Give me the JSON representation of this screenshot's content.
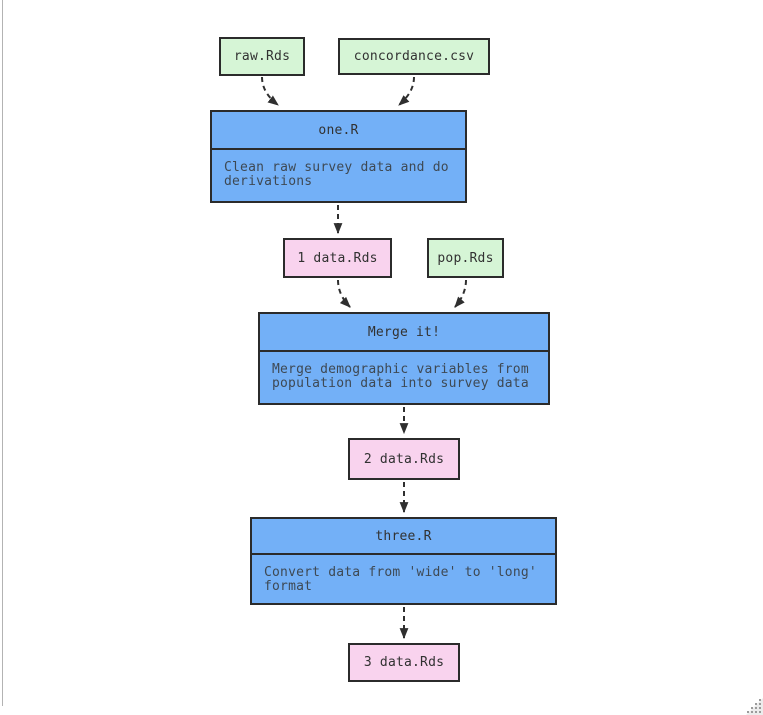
{
  "diagram": {
    "nodes": {
      "raw": {
        "label": "raw.Rds"
      },
      "concordance": {
        "label": "concordance.csv"
      },
      "one": {
        "title": "one.R",
        "description": "Clean raw survey data and do\nderivations"
      },
      "data1": {
        "label": "1 data.Rds"
      },
      "pop": {
        "label": "pop.Rds"
      },
      "merge": {
        "title": "Merge it!",
        "description": "Merge demographic variables from\npopulation data into survey data"
      },
      "data2": {
        "label": "2 data.Rds"
      },
      "three": {
        "title": "three.R",
        "description": "Convert data from 'wide' to 'long'\nformat"
      },
      "data3": {
        "label": "3 data.Rds"
      }
    },
    "edges": [
      {
        "from": "raw.Rds",
        "to": "one.R"
      },
      {
        "from": "concordance.csv",
        "to": "one.R"
      },
      {
        "from": "one.R",
        "to": "1 data.Rds"
      },
      {
        "from": "1 data.Rds",
        "to": "Merge it!"
      },
      {
        "from": "pop.Rds",
        "to": "Merge it!"
      },
      {
        "from": "Merge it!",
        "to": "2 data.Rds"
      },
      {
        "from": "2 data.Rds",
        "to": "three.R"
      },
      {
        "from": "three.R",
        "to": "3 data.Rds"
      }
    ],
    "colors": {
      "input_fill": "#d6f5d6",
      "script_fill": "#73b0f7",
      "output_fill": "#f9d3ee",
      "node_border": "#2b2b2b",
      "edge": "#2f2f2f",
      "title_text": "#323232",
      "description_text": "#3e4954",
      "pane_border": "#b3b3b3"
    }
  }
}
